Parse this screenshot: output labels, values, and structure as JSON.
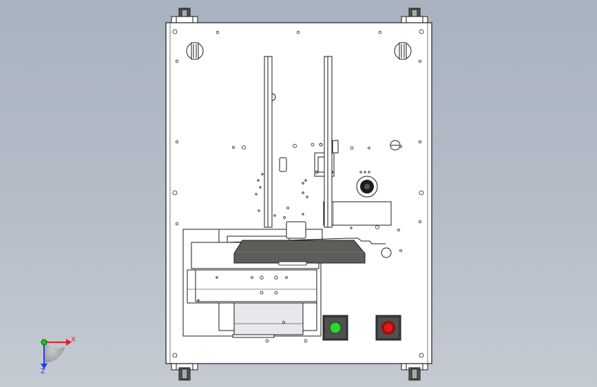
{
  "scene": {
    "background_top": "#a9b3c0",
    "background_bottom": "#c4cad2",
    "plate_color": "#ffffff",
    "line_color": "#1a1a1a"
  },
  "buttons": {
    "start": {
      "color": "#2fd42f",
      "icon": "green-push-button"
    },
    "stop": {
      "color": "#e01818",
      "icon": "red-push-button"
    }
  },
  "wheel": {
    "color": "#5c5f59"
  },
  "triad": {
    "x_label": "X",
    "z_label": "Z",
    "x_color": "#e02020",
    "y_color": "#20c020",
    "z_color": "#2040e0"
  }
}
